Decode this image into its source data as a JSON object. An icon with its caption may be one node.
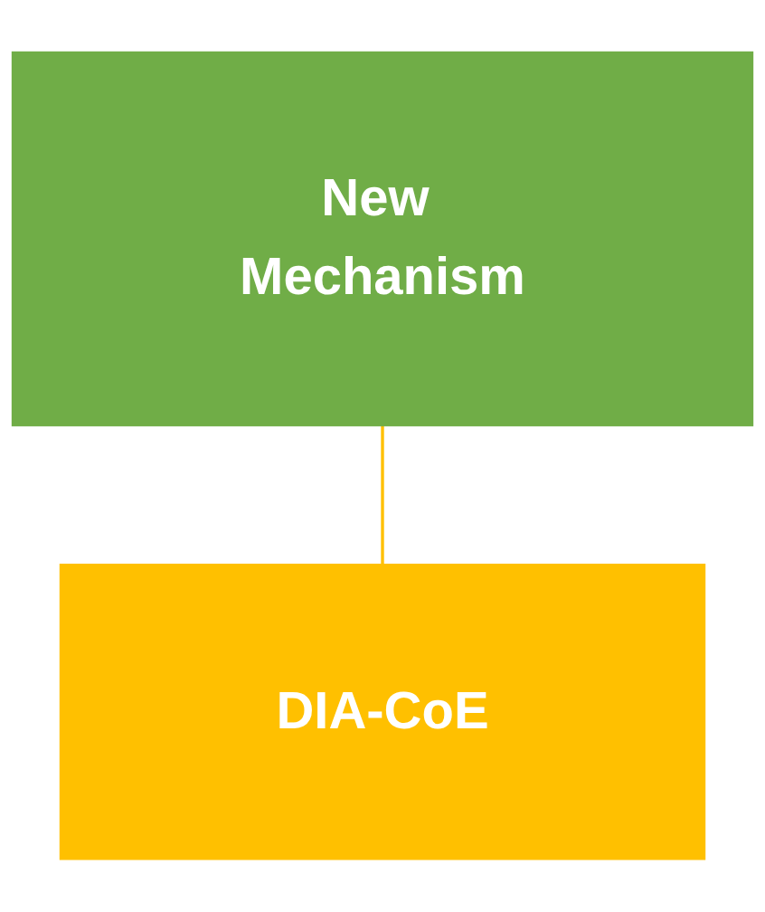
{
  "diagram": {
    "nodes": [
      {
        "text": [
          "New Mechanism"
        ]
      },
      {
        "text": [
          "DIA-CoE"
        ]
      }
    ],
    "edges": [
      {
        "from": 0,
        "to": 1,
        "arrow": "none",
        "color": "#ffc000"
      }
    ]
  }
}
